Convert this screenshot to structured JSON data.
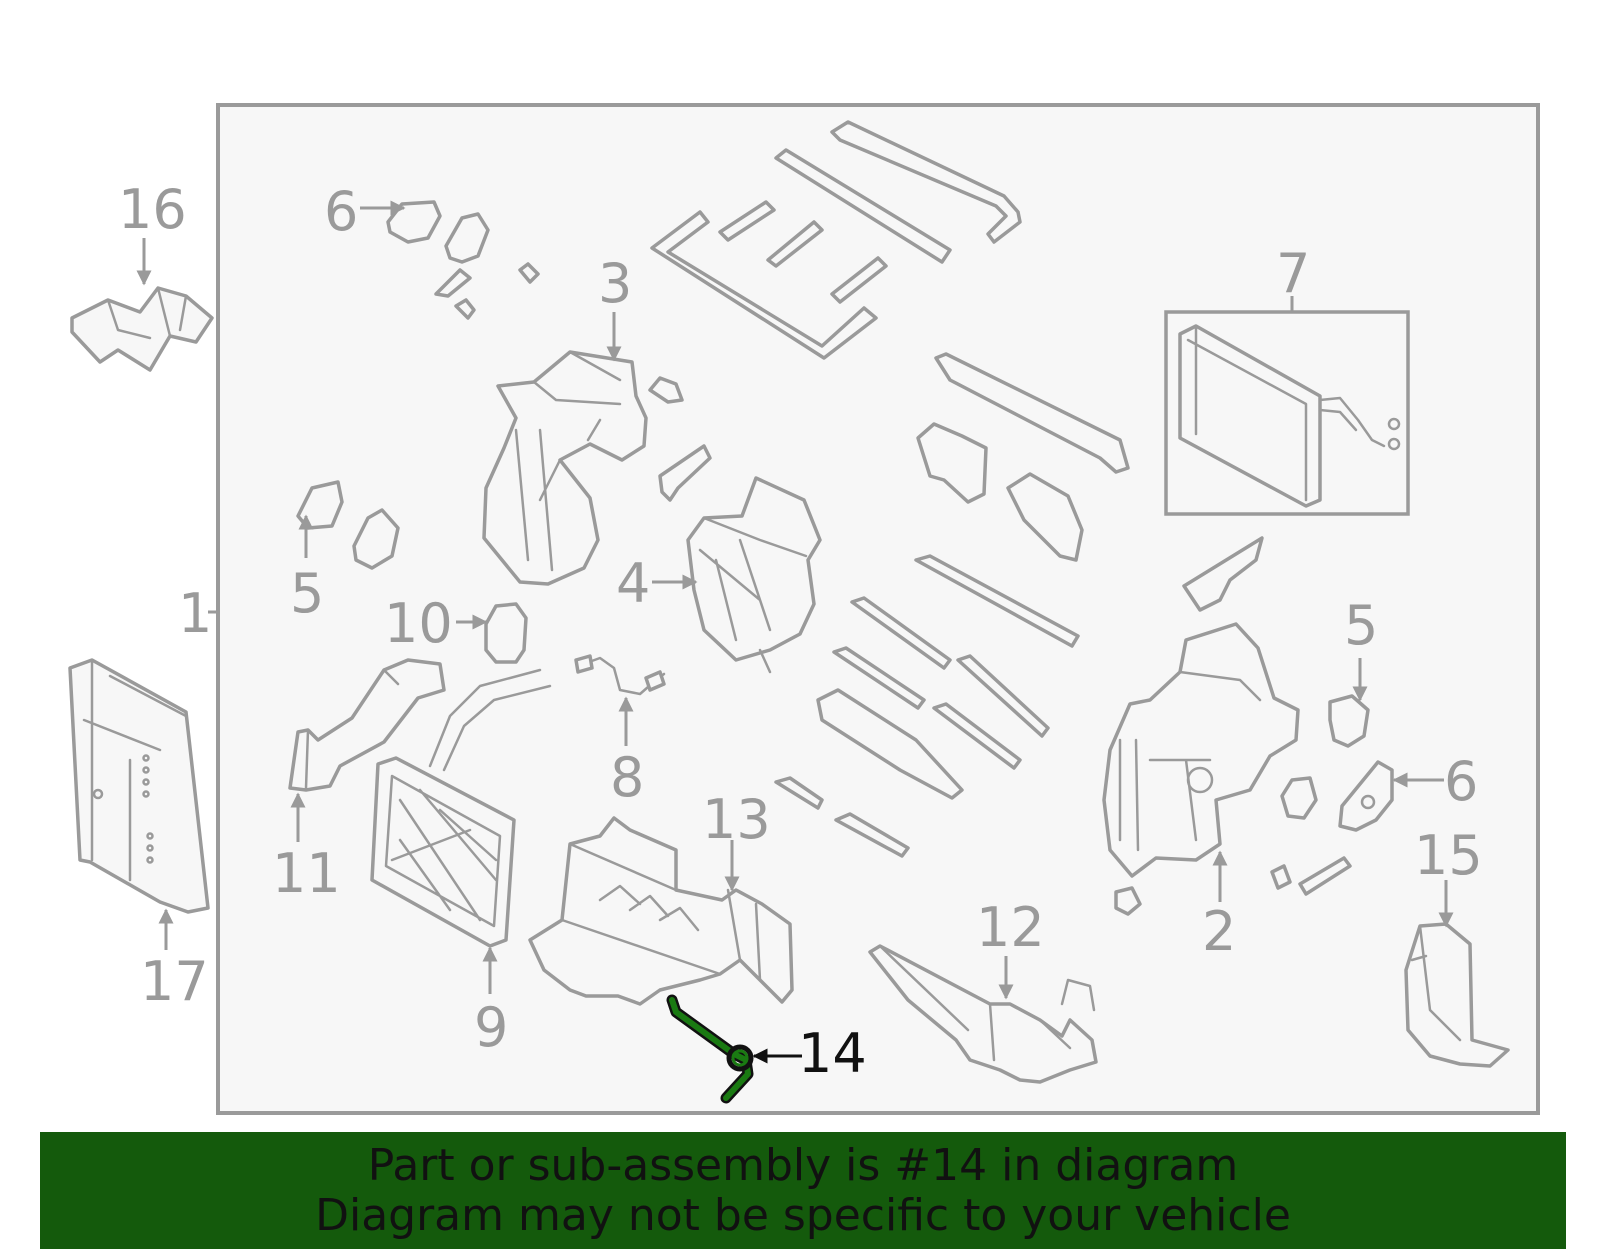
{
  "diagram": {
    "highlight_color": "#1a7a12",
    "callouts": {
      "c1": "1",
      "c2": "2",
      "c3": "3",
      "c4": "4",
      "c5a": "5",
      "c5b": "5",
      "c6a": "6",
      "c6b": "6",
      "c7": "7",
      "c8": "8",
      "c9": "9",
      "c10": "10",
      "c11": "11",
      "c12": "12",
      "c13": "13",
      "c14": "14",
      "c15": "15",
      "c16": "16",
      "c17": "17"
    },
    "highlighted_part": "14"
  },
  "banner": {
    "line1": "Part or sub-assembly is #14 in diagram",
    "line2": "Diagram may not be specific to your vehicle",
    "background": "#145a0c"
  }
}
